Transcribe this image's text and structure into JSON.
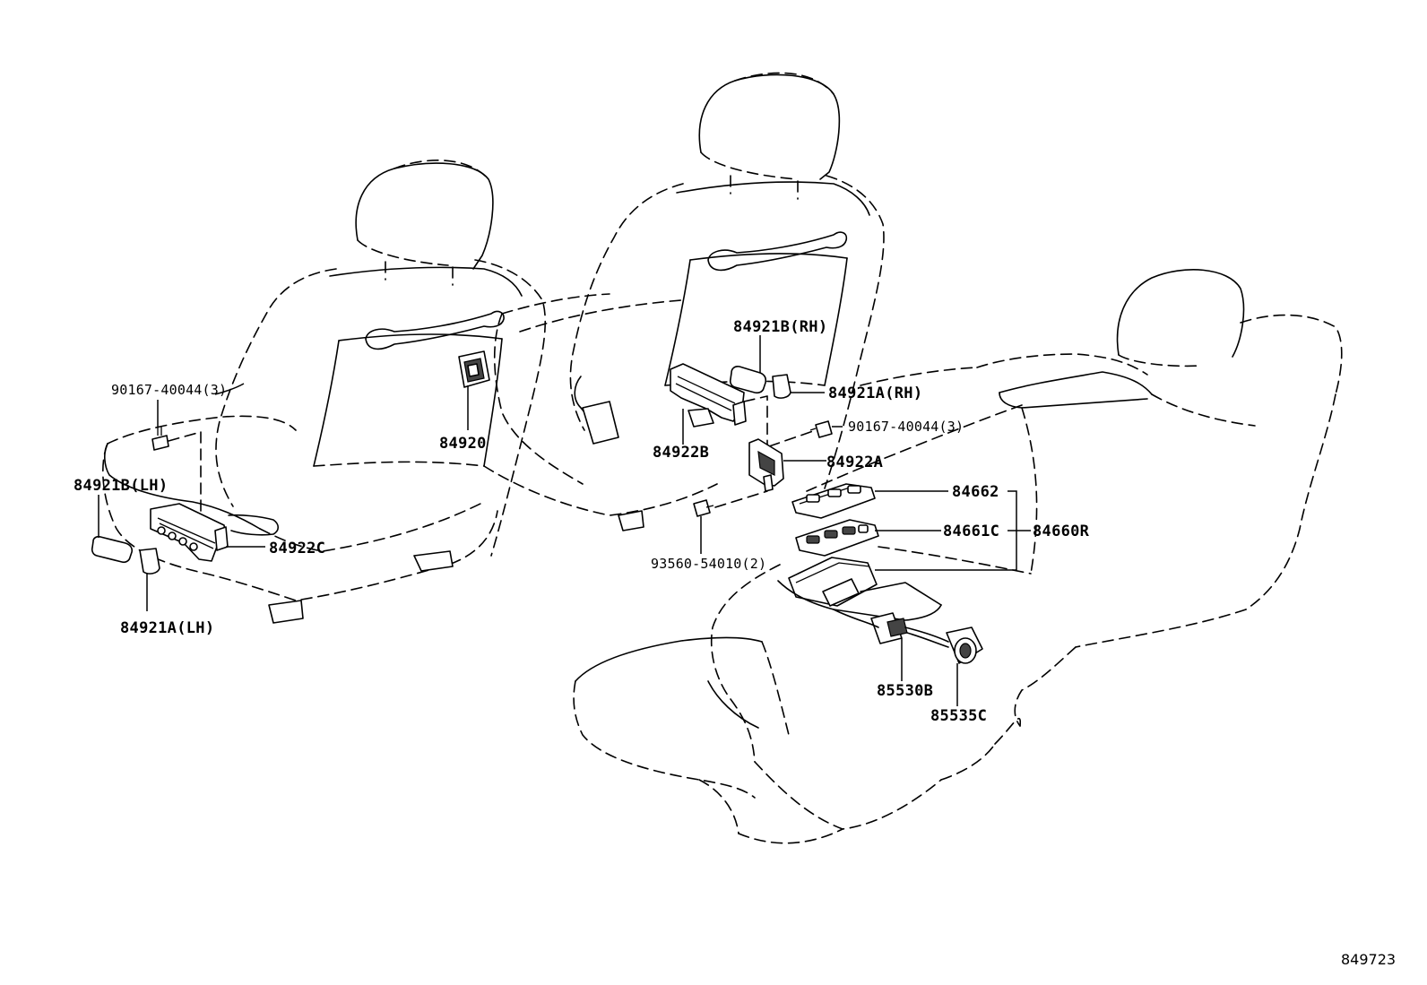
{
  "diagram_id": "849723",
  "parts": {
    "p84921b_rh": "84921B(RH)",
    "p84921a_rh": "84921A(RH)",
    "p90167_right": "90167-40044(3)",
    "p84922b": "84922B",
    "p84922a": "84922A",
    "p84662": "84662",
    "p84661c": "84661C",
    "p84660r": "84660R",
    "p93560": "93560-54010(2)",
    "p85530b": "85530B",
    "p85535c": "85535C",
    "p90167_left": "90167-40044(3)",
    "p84920": "84920",
    "p84921b_lh": "84921B(LH)",
    "p84922c": "84922C",
    "p84921a_lh": "84921A(LH)"
  }
}
